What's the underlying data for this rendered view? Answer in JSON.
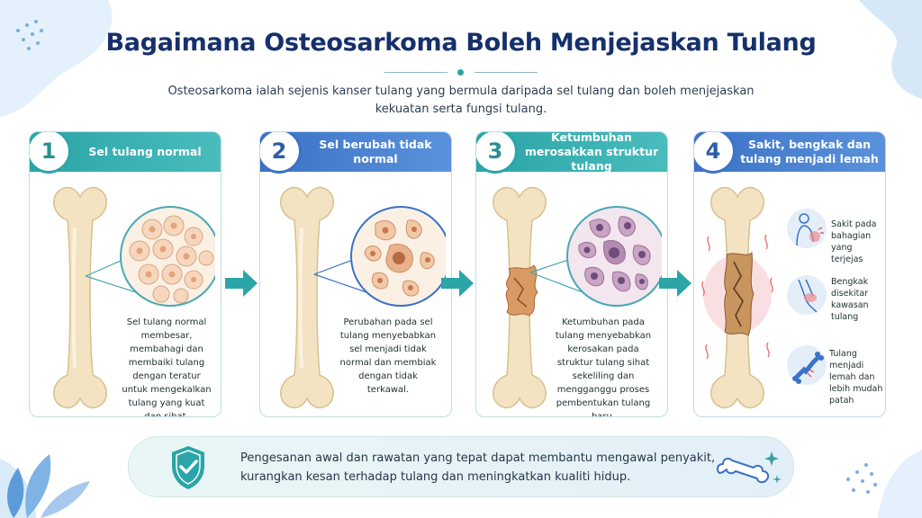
{
  "title": "Bagaimana Osteosarkoma Boleh Menjejaskan Tulang",
  "subtitle": "Osteosarkoma ialah sejenis kanser tulang yang bermula daripada sel tulang dan boleh menjejaskan kekuatan serta fungsi tulang.",
  "steps": [
    {
      "number": "1",
      "title": "Sel tulang normal",
      "text": "Sel tulang normal membesar, membahagi dan membaiki tulang dengan teratur untuk mengekalkan tulang yang kuat dan sihat."
    },
    {
      "number": "2",
      "title": "Sel berubah tidak normal",
      "text": "Perubahan pada sel tulang menyebabkan sel menjadi tidak normal dan membiak dengan tidak terkawal."
    },
    {
      "number": "3",
      "title": "Ketumbuhan merosakkan struktur tulang",
      "text": "Ketumbuhan pada tulang menyebabkan kerosakan pada struktur tulang sihat sekeliling dan mengganggu proses pembentukan tulang baru."
    },
    {
      "number": "4",
      "title": "Sakit, bengkak dan tulang menjadi lemah",
      "symptoms": [
        {
          "text": "Sakit pada bahagian yang terjejas",
          "icon": "pain-icon"
        },
        {
          "text": "Bengkak disekitar kawasan tulang",
          "icon": "swelling-icon"
        },
        {
          "text": "Tulang menjadi lemah dan lebih mudah patah",
          "icon": "broken-bone-icon"
        }
      ]
    }
  ],
  "footer": {
    "text": "Pengesanan awal dan rawatan yang tepat dapat membantu mengawal penyakit, kurangkan kesan terhadap tulang dan meningkatkan kualiti hidup.",
    "icon": "shield-check-icon"
  },
  "colors": {
    "teal": "#2ba5a7",
    "blue": "#3b72c6",
    "navy": "#16306b",
    "bone": "#f3e3c2"
  }
}
